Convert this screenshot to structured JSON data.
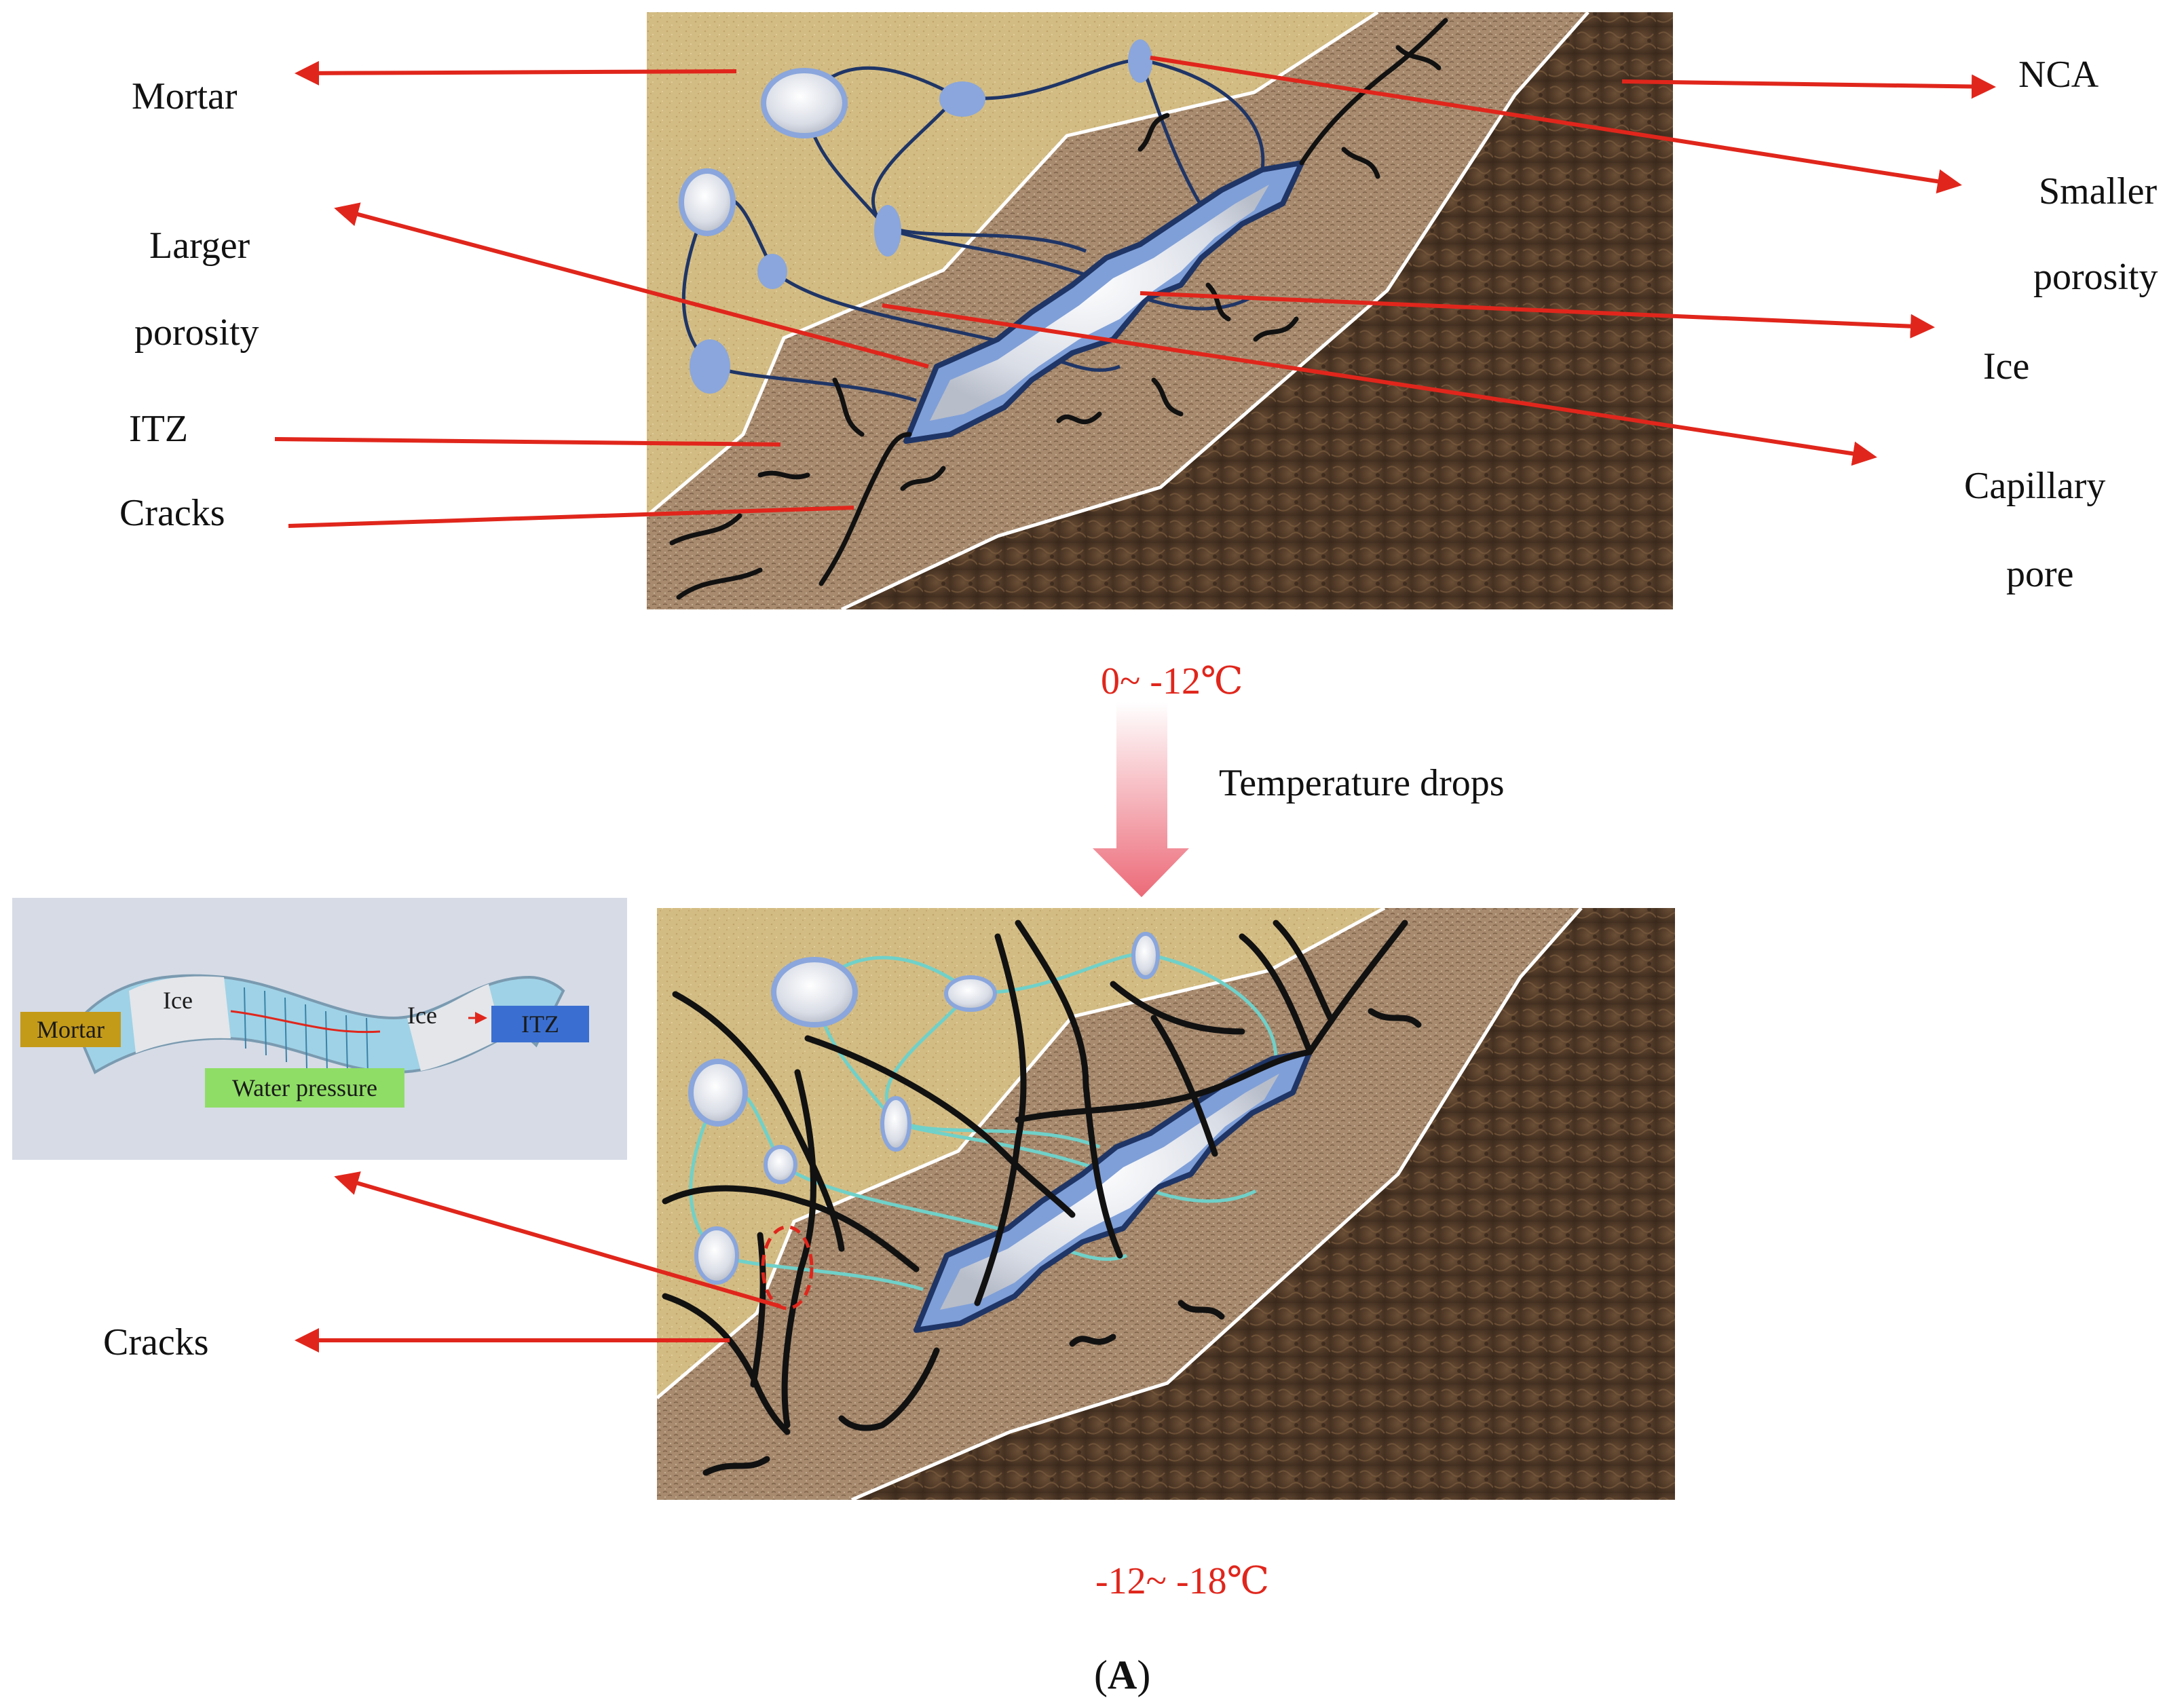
{
  "top_panel": {
    "labels": {
      "mortar": "Mortar",
      "larger_porosity_1": "Larger",
      "larger_porosity_2": "porosity",
      "itz": "ITZ",
      "cracks": "Cracks",
      "nca": "NCA",
      "smaller_porosity_1": "Smaller",
      "smaller_porosity_2": "porosity",
      "ice": "Ice",
      "capillary_pore_1": "Capillary",
      "capillary_pore_2": "pore"
    }
  },
  "transition": {
    "temperature_top": "0~ -12℃",
    "temperature_drops": "Temperature drops",
    "temperature_bottom": "-12~ -18℃"
  },
  "bottom_panel": {
    "cracks_label": "Cracks",
    "inset": {
      "ice_left": "Ice",
      "ice_right": "Ice",
      "mortar_tag": "Mortar",
      "itz_tag": "ITZ",
      "water_pressure_tag": "Water pressure"
    }
  },
  "caption": {
    "open": "(",
    "letter": "A",
    "close": ")"
  },
  "colors": {
    "arrow_red": "#e0261c",
    "mortar_fill": "#d3bc83",
    "itz_fill": "#a7896d",
    "nca_fill": "#4e3826",
    "ice_blue": "#7f9fd8",
    "capillary_dark": "#1f3566",
    "capillary_cyan": "#6fd1c9",
    "crack_black": "#111111",
    "inset_bg": "#d6dbe6",
    "mortar_tag": "#c49a19",
    "itz_tag": "#3a6fd1",
    "water_pressure_tag": "#8fdd66"
  }
}
